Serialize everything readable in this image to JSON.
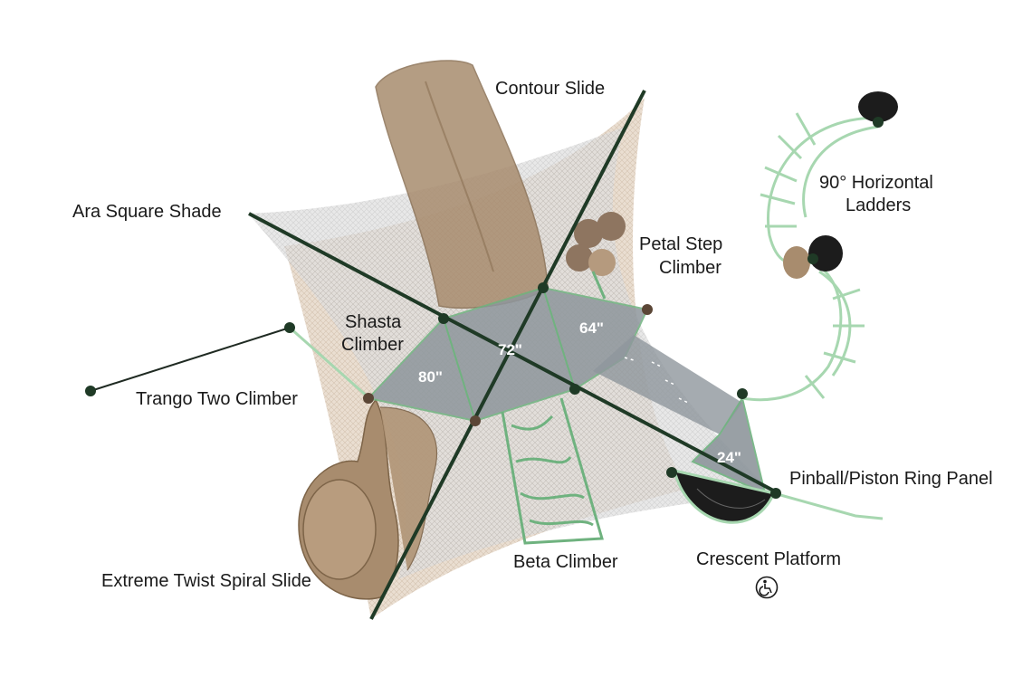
{
  "labels": {
    "contour_slide": "Contour Slide",
    "ara_square_shade": "Ara Square Shade",
    "petal_step_climber_1": "Petal Step",
    "petal_step_climber_2": "Climber",
    "horizontal_ladders_1": "90° Horizontal",
    "horizontal_ladders_2": "Ladders",
    "shasta_climber_1": "Shasta",
    "shasta_climber_2": "Climber",
    "trango_two_climber": "Trango Two Climber",
    "pinball_piston_ring_panel": "Pinball/Piston Ring Panel",
    "crescent_platform": "Crescent Platform",
    "beta_climber": "Beta Climber",
    "extreme_twist_spiral_slide": "Extreme Twist Spiral Slide"
  },
  "deck_heights": {
    "deck_80": "80\"",
    "deck_72": "72\"",
    "deck_64": "64\"",
    "deck_24": "24\""
  },
  "icons": {
    "accessible": "wheelchair-accessible-icon"
  },
  "colors": {
    "slide_tan": "#a88c6e",
    "post_green": "#1f3a26",
    "climber_mint": "#a7d7b0",
    "deck_gray": "#8e969c",
    "shade_tan": "#d9c8b6",
    "shade_gray": "#c9cccf",
    "platform_black": "#1c1c1c"
  }
}
